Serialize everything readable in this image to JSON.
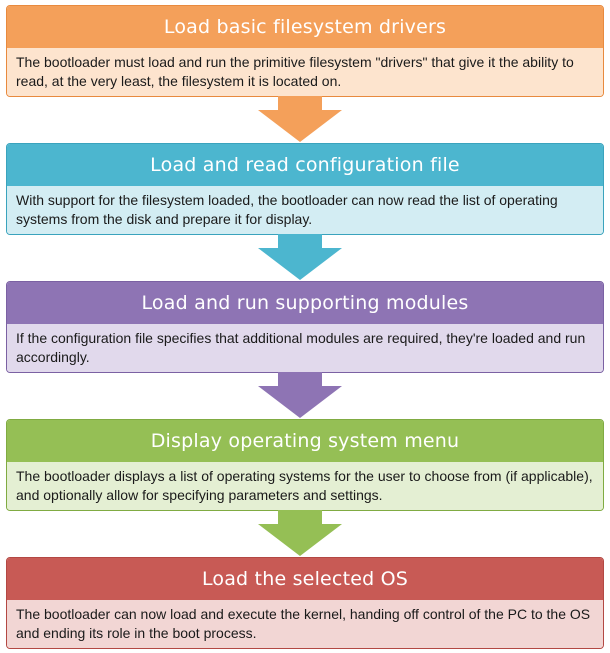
{
  "steps": [
    {
      "title": "Load basic filesystem drivers",
      "description": "The bootloader must load and run the primitive filesystem \"drivers\" that give it the ability to read, at the very least, the filesystem it is located on.",
      "header_color": "#f4a05a",
      "body_color": "#fde4ce",
      "border_color": "#e88a3e",
      "arrow_color": "#f4a05a"
    },
    {
      "title": "Load and read configuration file",
      "description": "With support for the filesystem loaded, the bootloader can now read the list of operating systems from the disk and prepare it for display.",
      "header_color": "#4cb6cf",
      "body_color": "#d3edf3",
      "border_color": "#3aa3bd",
      "arrow_color": "#4cb6cf"
    },
    {
      "title": "Load and run supporting modules",
      "description": "If the configuration file specifies that additional modules are required, they're loaded and run accordingly.",
      "header_color": "#8e74b4",
      "body_color": "#e1d9ec",
      "border_color": "#7b61a3",
      "arrow_color": "#8e74b4"
    },
    {
      "title": "Display operating system menu",
      "description": "The bootloader displays a list of operating systems for the user to choose from (if applicable), and optionally allow for specifying parameters and settings.",
      "header_color": "#95bf55",
      "body_color": "#e4efd3",
      "border_color": "#80ab42",
      "arrow_color": "#95bf55"
    },
    {
      "title": "Load the selected OS",
      "description": "The bootloader can now load and execute the kernel, handing off control of the PC to the OS and ending its role in the boot process.",
      "header_color": "#c85a55",
      "body_color": "#f2d6d4",
      "border_color": "#b34843"
    }
  ]
}
